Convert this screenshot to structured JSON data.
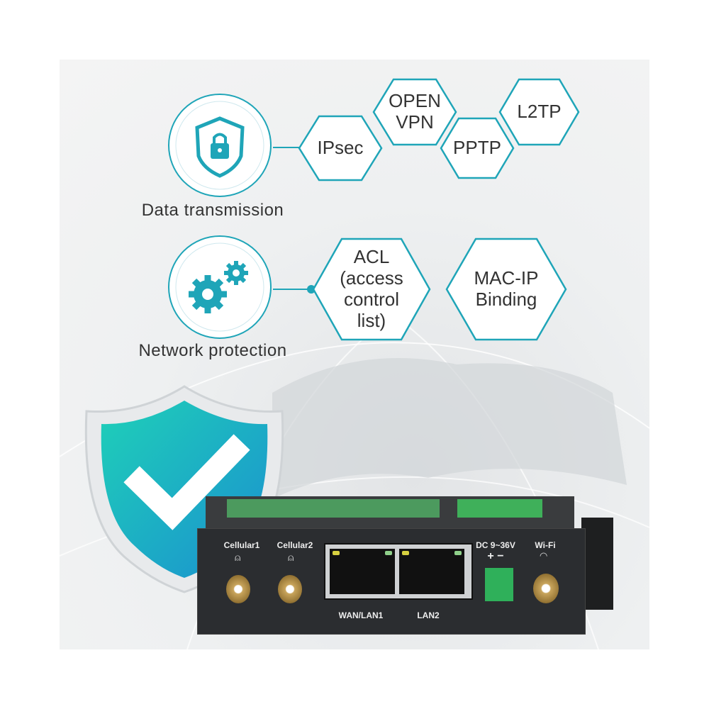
{
  "sections": [
    {
      "title": "Data transmission",
      "icon": "lock-shield-icon"
    },
    {
      "title": "Network protection",
      "icon": "gears-icon"
    }
  ],
  "protocols": [
    "IPsec",
    "OPEN\nVPN",
    "PPTP",
    "L2TP"
  ],
  "protection": [
    "ACL\n(access\ncontrol\nlist)",
    "MAC-IP\nBinding"
  ],
  "device": {
    "ports": [
      "Cellular1",
      "Cellular2",
      "WAN/LAN1",
      "LAN2",
      "DC 9~36V",
      "Wi-Fi"
    ],
    "polarity": "+ −"
  },
  "colors": {
    "accent": "#1fa5b8",
    "accent2": "#2a7fd0",
    "device": "#2b2d30",
    "green": "#2fb05a"
  }
}
